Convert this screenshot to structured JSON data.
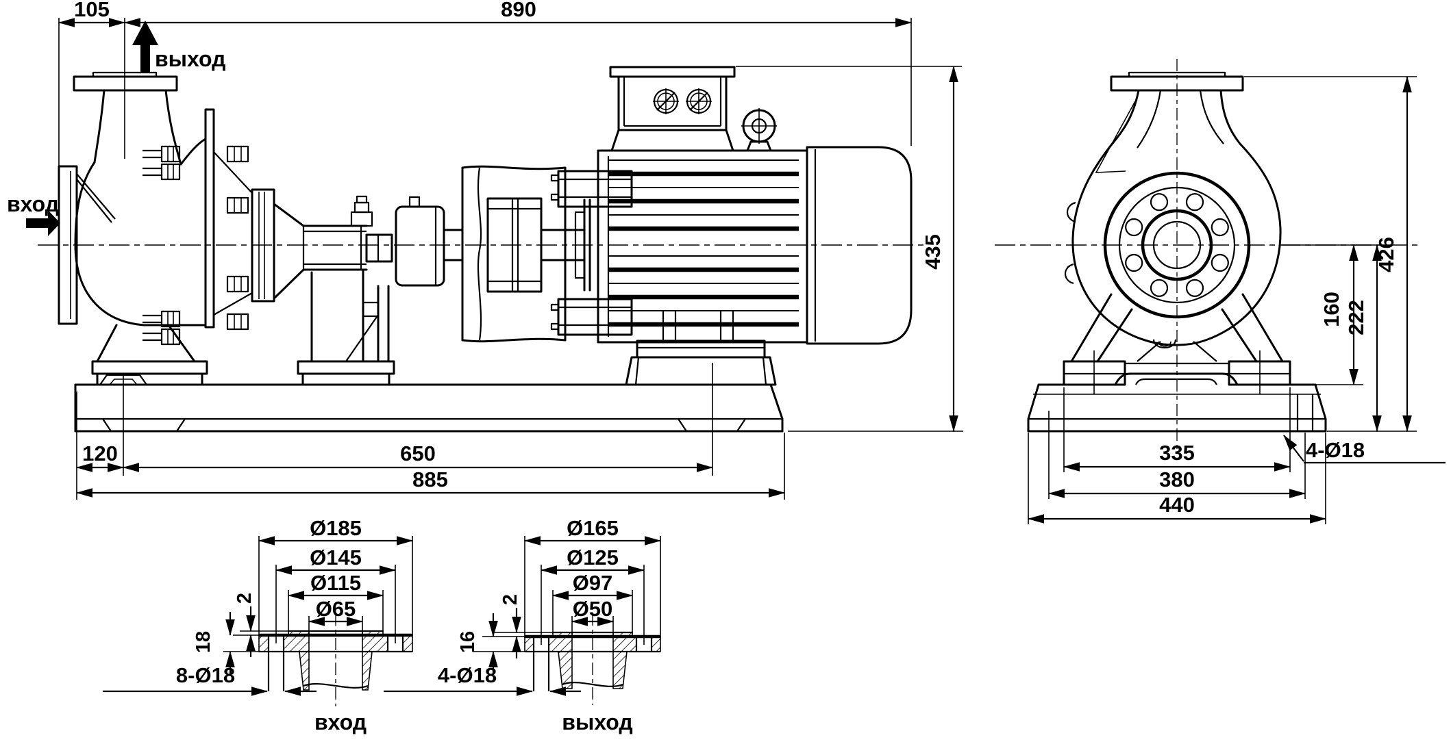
{
  "drawing": {
    "background": "#ffffff",
    "line_color": "#000000",
    "side_view": {
      "inlet_label": "вход",
      "outlet_label": "выход",
      "dim_flange_offset": "105",
      "dim_length_total": "890",
      "dim_height_total": "435",
      "dim_foot_offset": "120",
      "dim_foot_span": "650",
      "dim_base_length": "885"
    },
    "end_view": {
      "dim_height_flange": "426",
      "dim_centerline_to_feet": "160",
      "dim_centerline_to_base": "222",
      "dim_feet_span": "335",
      "dim_hole_span": "380",
      "dim_base_width": "440",
      "holes_callout": "4-Ø18"
    },
    "inlet_flange": {
      "title": "вход",
      "dia_outer": "Ø185",
      "dia_bolt_circle": "Ø145",
      "dia_raised_face": "Ø115",
      "dia_bore": "Ø65",
      "thickness": "18",
      "face_height": "2",
      "holes_callout": "8-Ø18"
    },
    "outlet_flange": {
      "title": "выход",
      "dia_outer": "Ø165",
      "dia_bolt_circle": "Ø125",
      "dia_raised_face": "Ø97",
      "dia_bore": "Ø50",
      "thickness": "16",
      "face_height": "2",
      "holes_callout": "4-Ø18"
    }
  }
}
